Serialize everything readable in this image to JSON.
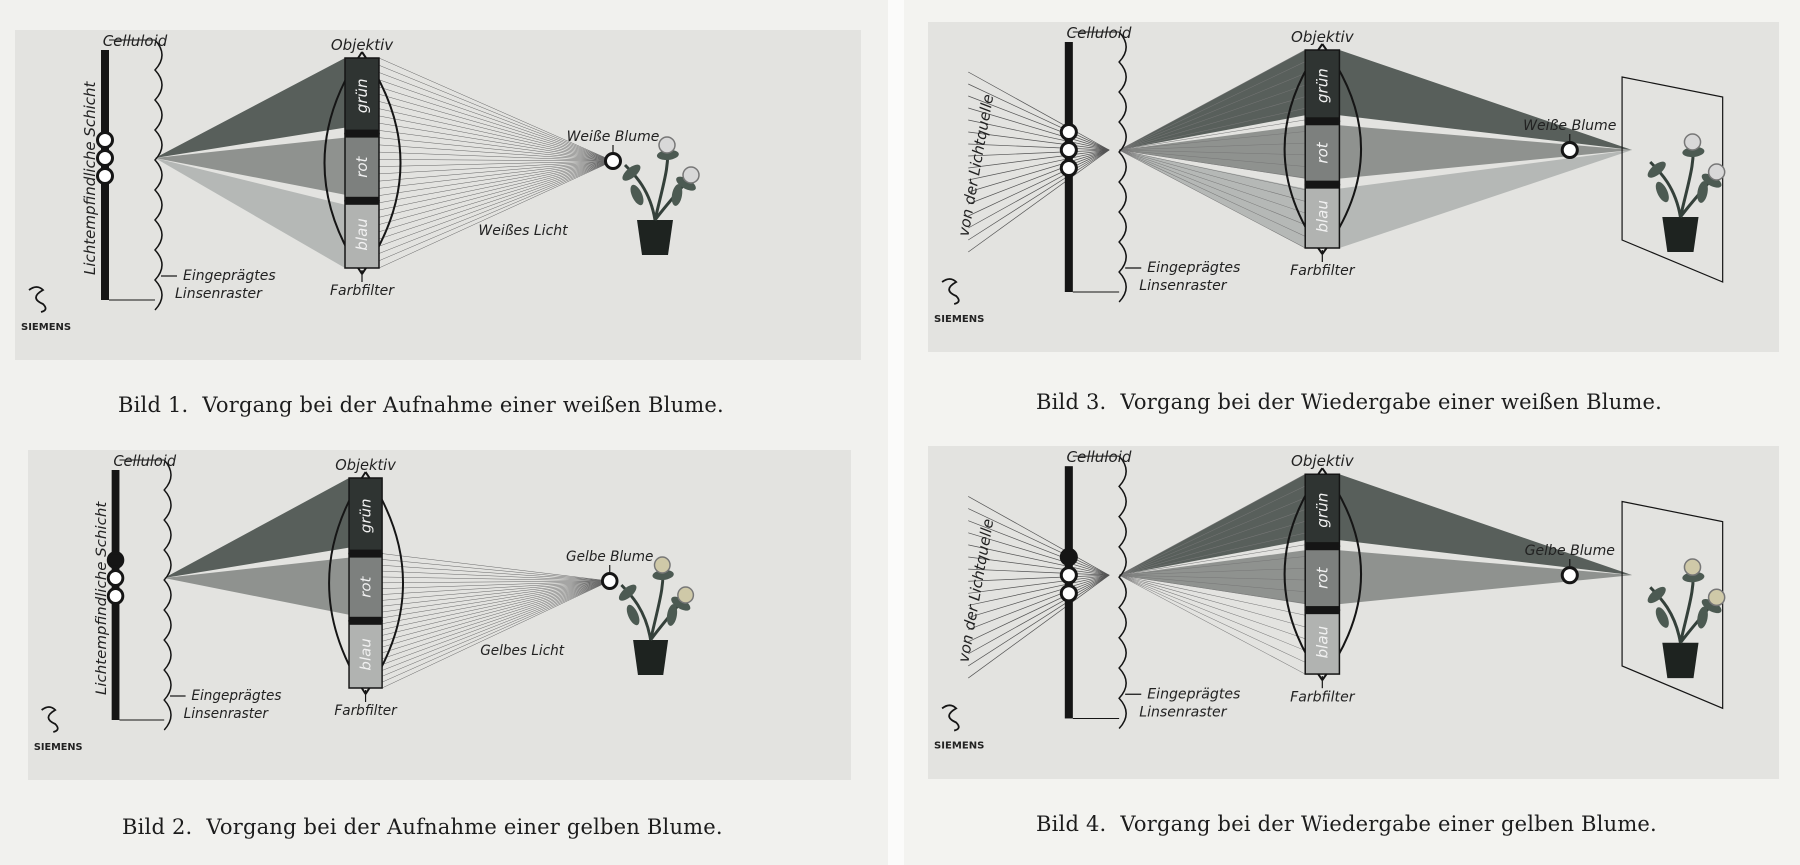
{
  "figures": [
    {
      "caption_number": "Bild 1.",
      "caption_text": "Vorgang bei der Aufnahme einer weißen Blume.",
      "mode": "aufnahme",
      "subject_color": "#ffffff",
      "labels": {
        "celluloid": "Celluloid",
        "layer": "Lichtempfindliche Schicht",
        "objective": "Objektiv",
        "filter_green": "grün",
        "filter_red": "rot",
        "filter_blue": "blau",
        "subject": "Weiße Blume",
        "light": "Weißes Licht",
        "lenticular_line1": "Eingeprägtes",
        "lenticular_line2": "Linsenraster",
        "color_filter": "Farbfilter",
        "brand": "SIEMENS"
      }
    },
    {
      "caption_number": "Bild 2.",
      "caption_text": "Vorgang bei der Aufnahme einer gelben Blume.",
      "mode": "aufnahme",
      "subject_color": "#e8d36a",
      "labels": {
        "celluloid": "Celluloid",
        "layer": "Lichtempfindliche Schicht",
        "objective": "Objektiv",
        "filter_green": "grün",
        "filter_red": "rot",
        "filter_blue": "blau",
        "subject": "Gelbe Blume",
        "light": "Gelbes Licht",
        "lenticular_line1": "Eingeprägtes",
        "lenticular_line2": "Linsenraster",
        "color_filter": "Farbfilter",
        "brand": "SIEMENS"
      }
    },
    {
      "caption_number": "Bild 3.",
      "caption_text": "Vorgang bei der Wiedergabe einer weißen Blume.",
      "mode": "wiedergabe",
      "subject_color": "#ffffff",
      "labels": {
        "celluloid": "Celluloid",
        "source": "von der Lichtquelle",
        "objective": "Objektiv",
        "filter_green": "grün",
        "filter_red": "rot",
        "filter_blue": "blau",
        "subject": "Weiße Blume",
        "lenticular_line1": "Eingeprägtes",
        "lenticular_line2": "Linsenraster",
        "color_filter": "Farbfilter",
        "brand": "SIEMENS"
      }
    },
    {
      "caption_number": "Bild 4.",
      "caption_text": "Vorgang bei der Wiedergabe einer gelben Blume.",
      "mode": "wiedergabe",
      "subject_color": "#e8d36a",
      "labels": {
        "celluloid": "Celluloid",
        "source": "von der Lichtquelle",
        "objective": "Objektiv",
        "filter_green": "grün",
        "filter_red": "rot",
        "filter_blue": "blau",
        "subject": "Gelbe Blume",
        "lenticular_line1": "Eingeprägtes",
        "lenticular_line2": "Linsenraster",
        "color_filter": "Farbfilter",
        "brand": "SIEMENS"
      }
    }
  ],
  "colors": {
    "panel_bg": "#e3e3e0",
    "green_beam": "#585f5b",
    "red_beam": "#8f928f",
    "blue_beam": "#b5b8b6",
    "filter_green": "#2f3432",
    "filter_red": "#7d807e",
    "filter_blue": "#b1b3b1",
    "ink": "#151515"
  }
}
